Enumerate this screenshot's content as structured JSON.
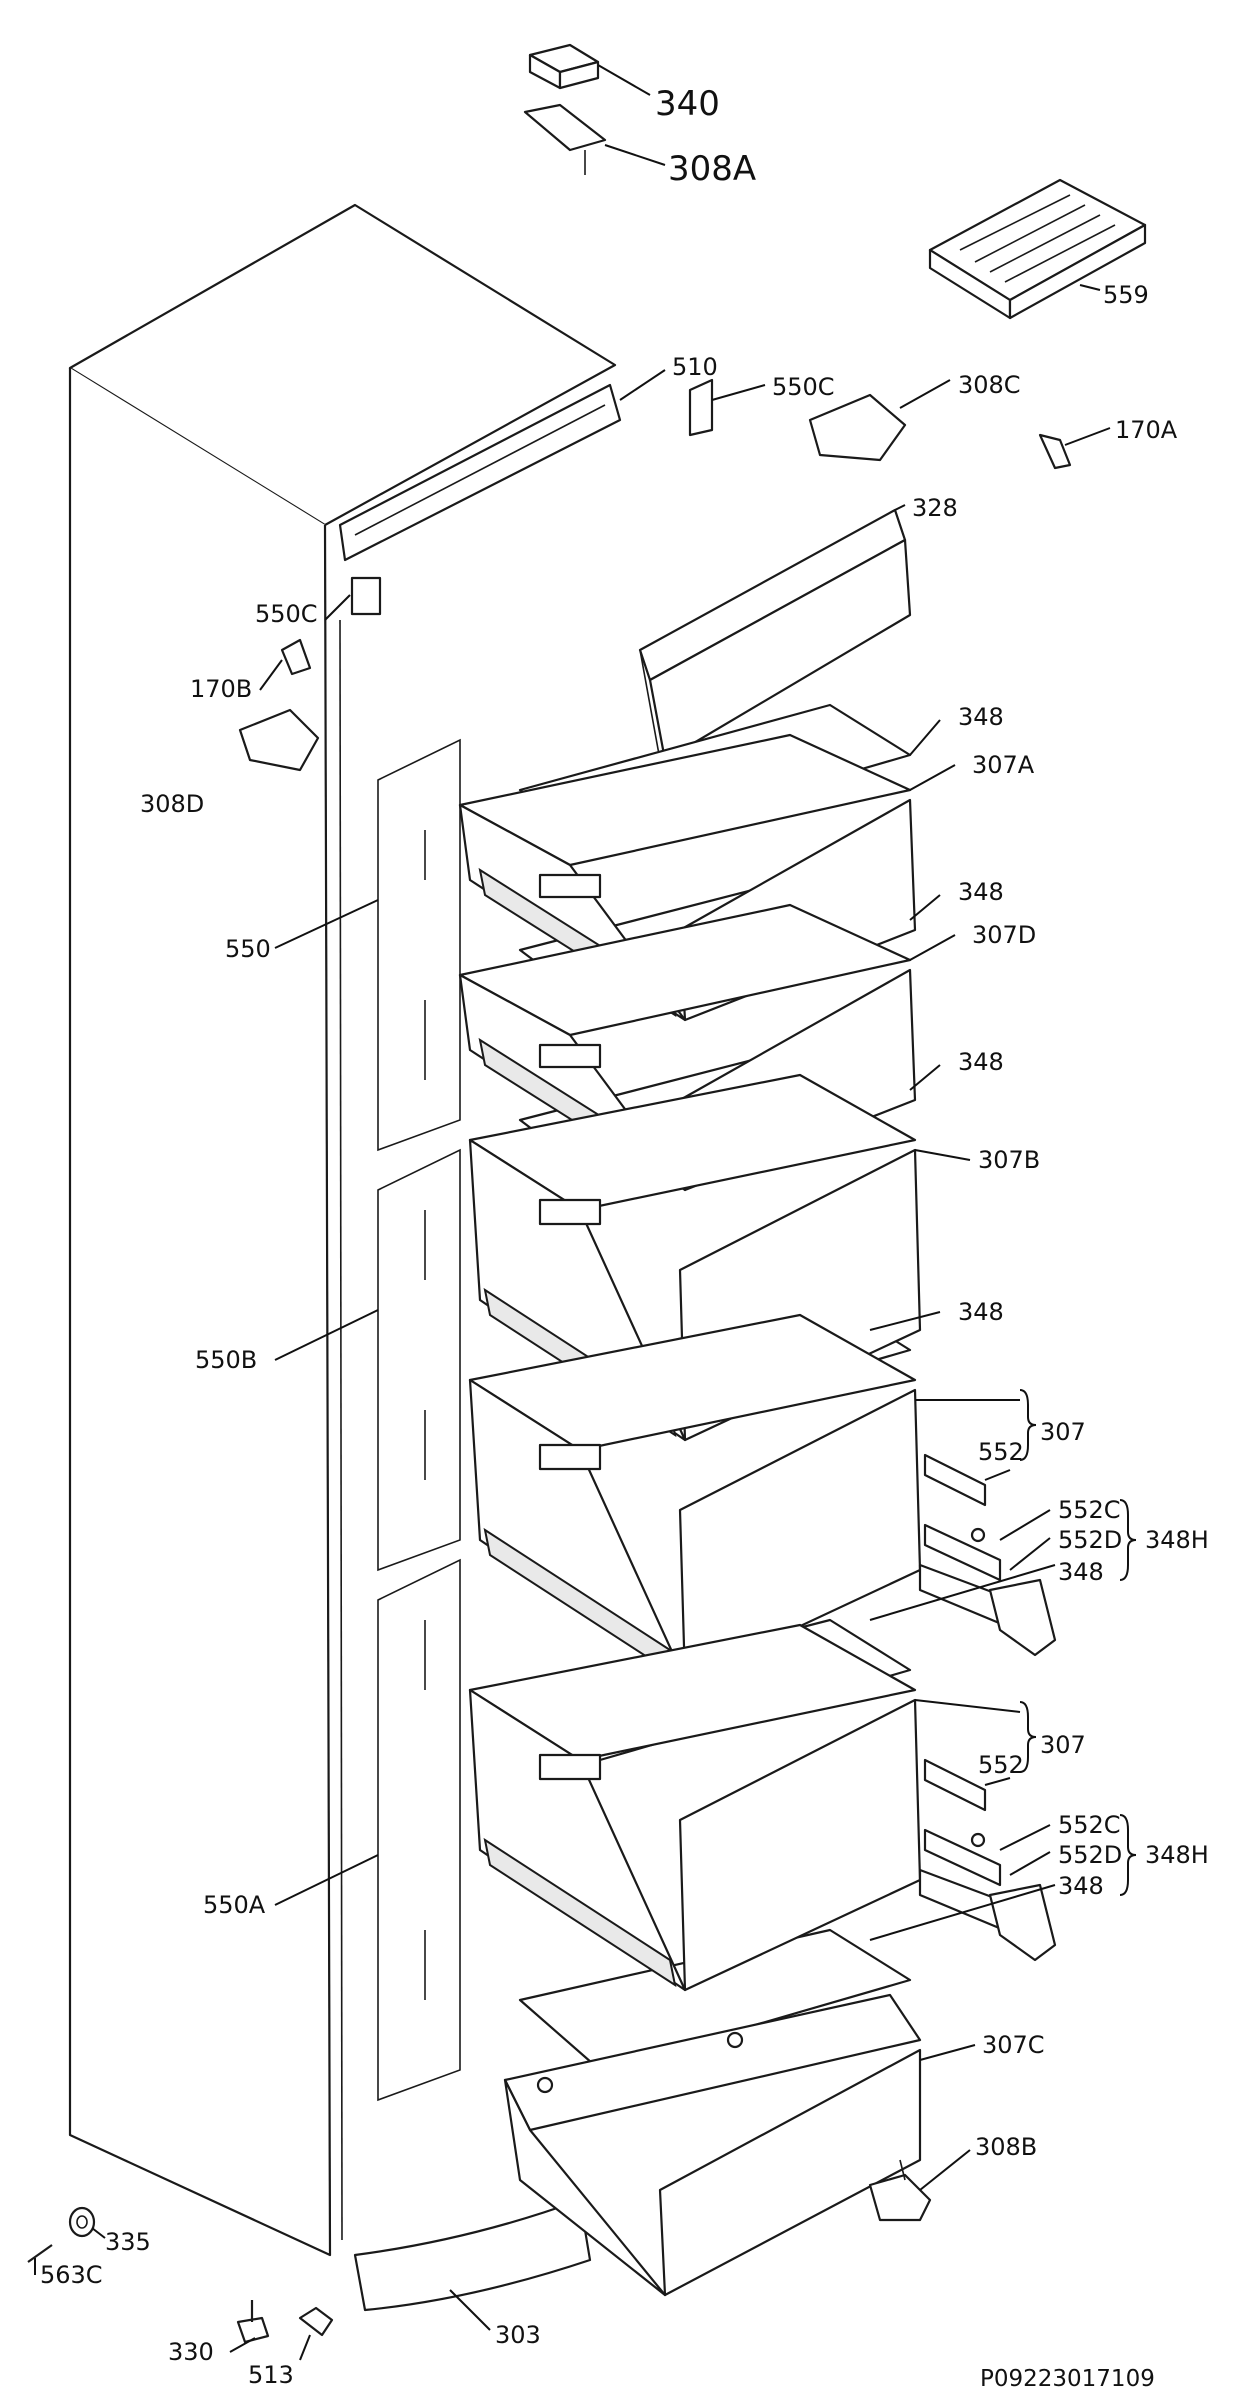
{
  "document_id": "P09223017109",
  "parts": [
    {
      "id": "340",
      "text": "340",
      "big": true
    },
    {
      "id": "308a",
      "text": "308A",
      "big": true
    },
    {
      "id": "559",
      "text": "559"
    },
    {
      "id": "510",
      "text": "510"
    },
    {
      "id": "550c-top",
      "text": "550C"
    },
    {
      "id": "308c",
      "text": "308C"
    },
    {
      "id": "170a",
      "text": "170A"
    },
    {
      "id": "328",
      "text": "328"
    },
    {
      "id": "550c-left",
      "text": "550C"
    },
    {
      "id": "170b",
      "text": "170B"
    },
    {
      "id": "308d",
      "text": "308D"
    },
    {
      "id": "348-1",
      "text": "348"
    },
    {
      "id": "307a",
      "text": "307A"
    },
    {
      "id": "348-2",
      "text": "348"
    },
    {
      "id": "307d",
      "text": "307D"
    },
    {
      "id": "348-3",
      "text": "348"
    },
    {
      "id": "550",
      "text": "550"
    },
    {
      "id": "307b",
      "text": "307B"
    },
    {
      "id": "348-4",
      "text": "348"
    },
    {
      "id": "550b",
      "text": "550B"
    },
    {
      "id": "307-1",
      "text": "307"
    },
    {
      "id": "552-1",
      "text": "552"
    },
    {
      "id": "552c-1",
      "text": "552C"
    },
    {
      "id": "348h-1",
      "text": "348H"
    },
    {
      "id": "552d-1",
      "text": "552D"
    },
    {
      "id": "348-5",
      "text": "348"
    },
    {
      "id": "307-2",
      "text": "307"
    },
    {
      "id": "552-2",
      "text": "552"
    },
    {
      "id": "552c-2",
      "text": "552C"
    },
    {
      "id": "348h-2",
      "text": "348H"
    },
    {
      "id": "552d-2",
      "text": "552D"
    },
    {
      "id": "348-6",
      "text": "348"
    },
    {
      "id": "550a",
      "text": "550A"
    },
    {
      "id": "307c",
      "text": "307C"
    },
    {
      "id": "308b",
      "text": "308B"
    },
    {
      "id": "335",
      "text": "335"
    },
    {
      "id": "563c",
      "text": "563C"
    },
    {
      "id": "330",
      "text": "330"
    },
    {
      "id": "513",
      "text": "513"
    },
    {
      "id": "303",
      "text": "303"
    }
  ]
}
